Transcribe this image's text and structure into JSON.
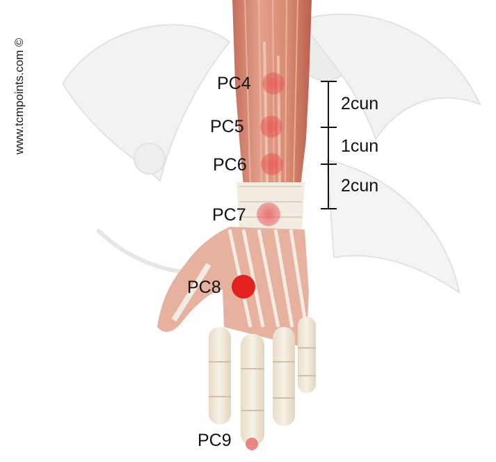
{
  "watermark": "www.tcmpoints.com ©",
  "points": [
    {
      "label": "PC4"
    },
    {
      "label": "PC5"
    },
    {
      "label": "PC6"
    },
    {
      "label": "PC7"
    },
    {
      "label": "PC8"
    },
    {
      "label": "PC9"
    }
  ],
  "measurements": [
    {
      "label": "2cun"
    },
    {
      "label": "1cun"
    },
    {
      "label": "2cun"
    }
  ],
  "colors": {
    "point_faint": "#e85a5a",
    "point_main": "#e01e1e",
    "muscle": "#d98a74",
    "bone": "#f1e9dc",
    "watermark_gray": "#e9e9e9"
  }
}
